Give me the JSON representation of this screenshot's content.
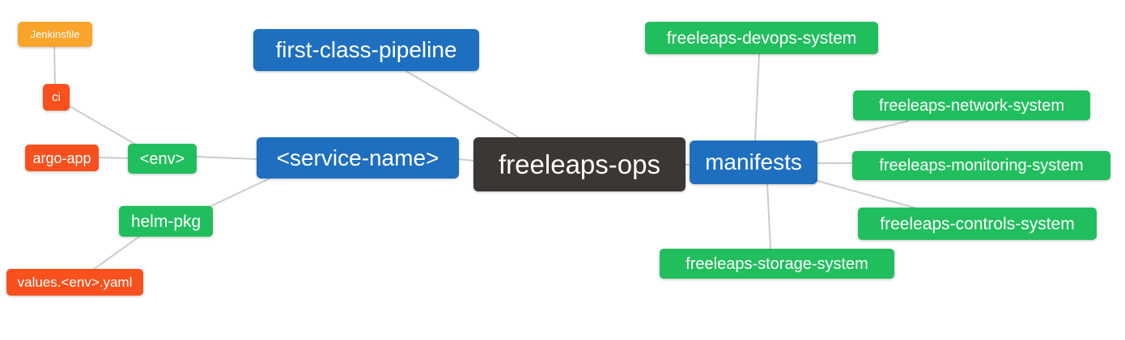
{
  "diagram": {
    "type": "mindmap",
    "root_label": "freeleaps-ops"
  },
  "palette": {
    "blue": "#1E6FC0",
    "green": "#21BE5E",
    "orange": "#F9A42A",
    "red": "#F8511D",
    "dark": "#3B3734",
    "edge": "#CCCCCC",
    "text": "#FFFFFF"
  },
  "nodes": [
    {
      "id": "jenkinsfile",
      "label": "Jenkinsfile",
      "color": "orange"
    },
    {
      "id": "ci",
      "label": "ci",
      "color": "red"
    },
    {
      "id": "argo-app",
      "label": "argo-app",
      "color": "red"
    },
    {
      "id": "env",
      "label": "<env>",
      "color": "green"
    },
    {
      "id": "first-class-pipeline",
      "label": "first-class-pipeline",
      "color": "blue"
    },
    {
      "id": "service-name",
      "label": "<service-name>",
      "color": "blue"
    },
    {
      "id": "helm-pkg",
      "label": "helm-pkg",
      "color": "green"
    },
    {
      "id": "values-env-yaml",
      "label": "values.<env>.yaml",
      "color": "red"
    },
    {
      "id": "freeleaps-ops",
      "label": "freeleaps-ops",
      "color": "dark"
    },
    {
      "id": "manifests",
      "label": "manifests",
      "color": "blue"
    },
    {
      "id": "freeleaps-devops-system",
      "label": "freeleaps-devops-system",
      "color": "green"
    },
    {
      "id": "freeleaps-network-system",
      "label": "freeleaps-network-system",
      "color": "green"
    },
    {
      "id": "freeleaps-monitoring-system",
      "label": "freeleaps-monitoring-system",
      "color": "green"
    },
    {
      "id": "freeleaps-controls-system",
      "label": "freeleaps-controls-system",
      "color": "green"
    },
    {
      "id": "freeleaps-storage-system",
      "label": "freeleaps-storage-system",
      "color": "green"
    }
  ],
  "edges": [
    {
      "from": "Jenkinsfile",
      "to": "ci"
    },
    {
      "from": "ci",
      "to": "<env>"
    },
    {
      "from": "argo-app",
      "to": "<env>"
    },
    {
      "from": "<env>",
      "to": "<service-name>"
    },
    {
      "from": "<service-name>",
      "to": "helm-pkg"
    },
    {
      "from": "helm-pkg",
      "to": "values.<env>.yaml"
    },
    {
      "from": "first-class-pipeline",
      "to": "freeleaps-ops"
    },
    {
      "from": "<service-name>",
      "to": "freeleaps-ops"
    },
    {
      "from": "freeleaps-ops",
      "to": "manifests"
    },
    {
      "from": "manifests",
      "to": "freeleaps-devops-system"
    },
    {
      "from": "manifests",
      "to": "freeleaps-network-system"
    },
    {
      "from": "manifests",
      "to": "freeleaps-monitoring-system"
    },
    {
      "from": "manifests",
      "to": "freeleaps-controls-system"
    },
    {
      "from": "manifests",
      "to": "freeleaps-storage-system"
    }
  ]
}
